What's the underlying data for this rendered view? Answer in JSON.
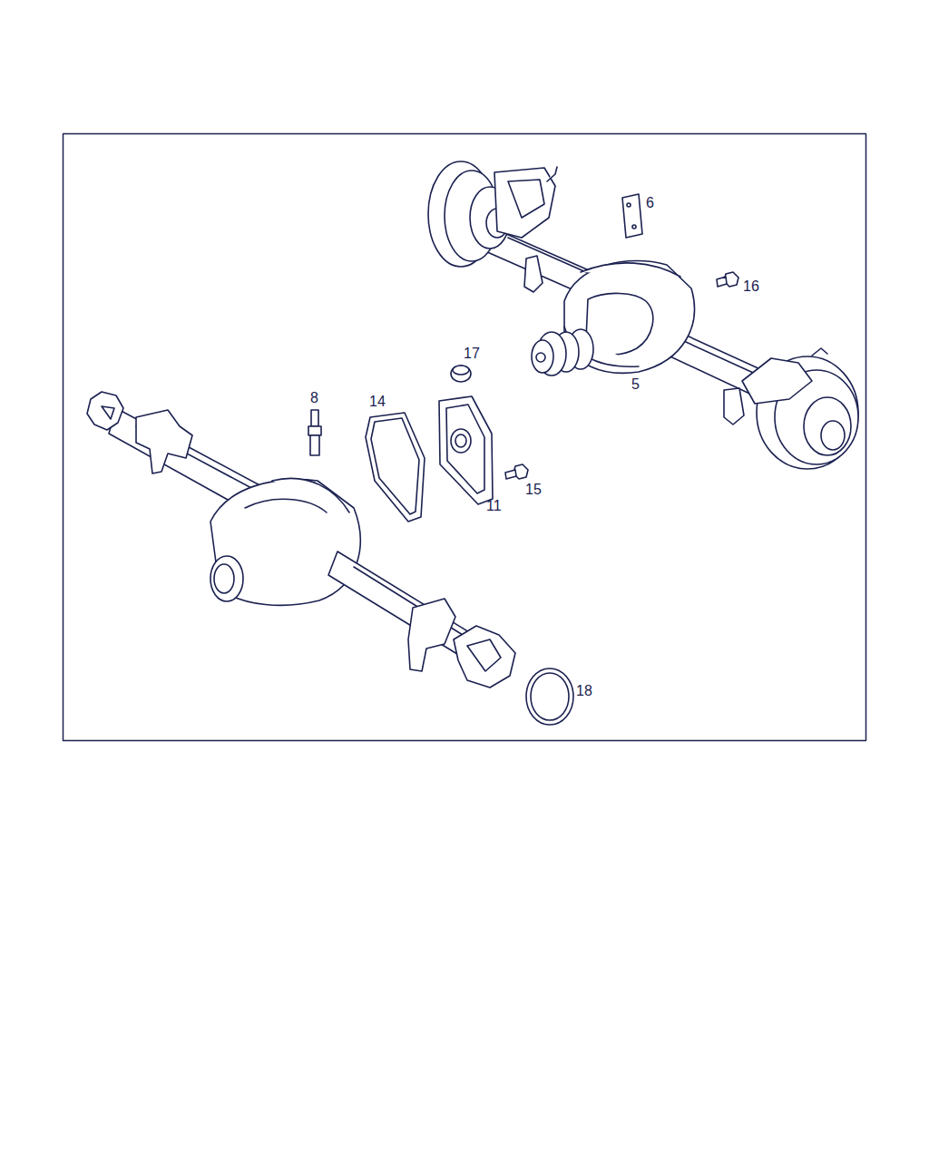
{
  "diagram": {
    "labels": [
      "6",
      "16",
      "17",
      "8",
      "14",
      "5",
      "11",
      "15",
      "18"
    ]
  }
}
